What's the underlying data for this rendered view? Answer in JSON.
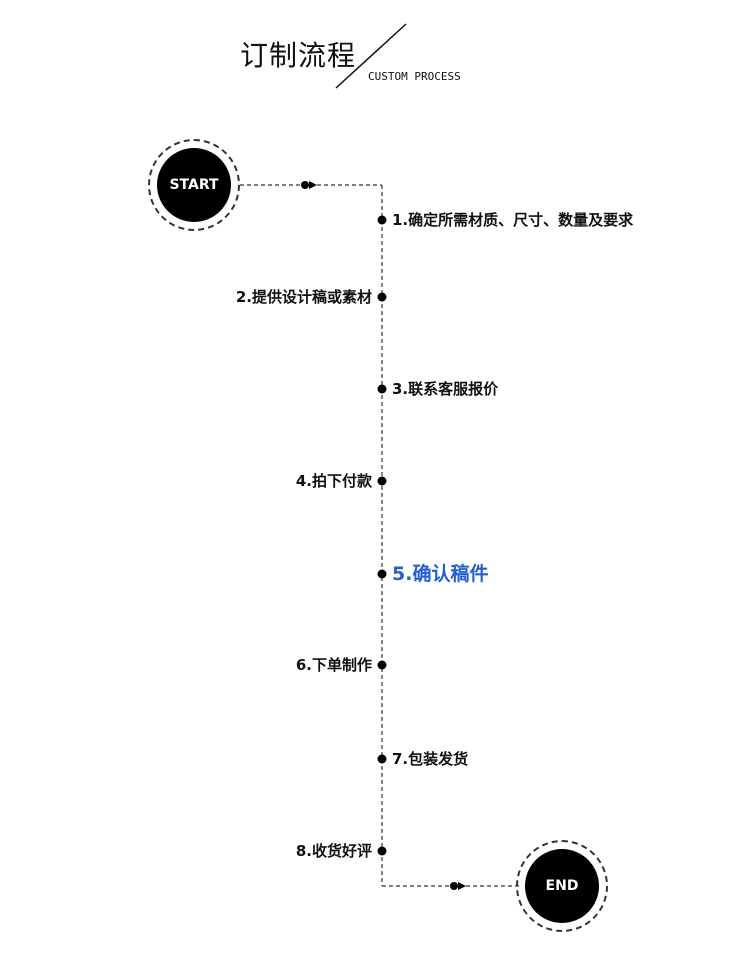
{
  "header": {
    "title_zh": "订制流程",
    "title_en": "CUSTOM PROCESS"
  },
  "nodes": {
    "start_label": "START",
    "end_label": "END"
  },
  "colors": {
    "line": "#333333",
    "text": "#111111",
    "highlight": "#1f5fe0",
    "node_fill": "#000000"
  },
  "steps": [
    {
      "label": "1.确定所需材质、尺寸、数量及要求",
      "side": "right",
      "highlight": false
    },
    {
      "label": "2.提供设计稿或素材",
      "side": "left",
      "highlight": false
    },
    {
      "label": "3.联系客服报价",
      "side": "right",
      "highlight": false
    },
    {
      "label": "4.拍下付款",
      "side": "left",
      "highlight": false
    },
    {
      "label": "5.确认稿件",
      "side": "right",
      "highlight": true
    },
    {
      "label": "6.下单制作",
      "side": "left",
      "highlight": false
    },
    {
      "label": "7.包装发货",
      "side": "right",
      "highlight": false
    },
    {
      "label": "8.收货好评",
      "side": "left",
      "highlight": false
    }
  ]
}
